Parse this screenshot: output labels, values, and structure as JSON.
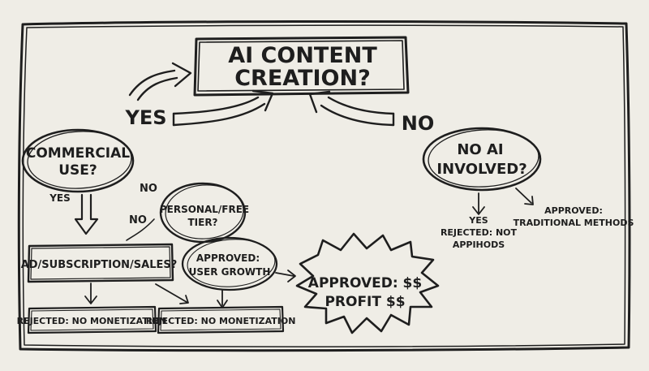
{
  "title": {
    "line1": "AI CONTENT",
    "line2": "CREATION?"
  },
  "labels": {
    "yes_main": "YES",
    "no_main": "NO",
    "yes_commercial": "YES",
    "no_commercial": "NO",
    "no_personal": "NO"
  },
  "nodes": {
    "commercial": {
      "line1": "COMMERCIAL",
      "line2": "USE?"
    },
    "personal": {
      "line1": "PERSONAL/FREE",
      "line2": "TIER?"
    },
    "ad_sales": "AD/SUBSCRIPTION/SALES?",
    "user_growth": {
      "line1": "APPROVED:",
      "line2": "USER GROWTH"
    },
    "profit": {
      "line1": "APPROVED: $$",
      "line2": "PROFIT $$"
    },
    "rejected_left": "REJECTED: NO MONETIZATION",
    "rejected_mid": "REJECTED: NO MONETIZATION",
    "no_ai": {
      "line1": "NO AI",
      "line2": "INVOLVED?"
    },
    "no_ai_yes": {
      "line1": "YES",
      "line2": "REJECTED: NOT",
      "line3": "APPIHODS"
    },
    "traditional": {
      "line1": "APPROVED:",
      "line2": "TRADITIONAL METHODS"
    }
  }
}
